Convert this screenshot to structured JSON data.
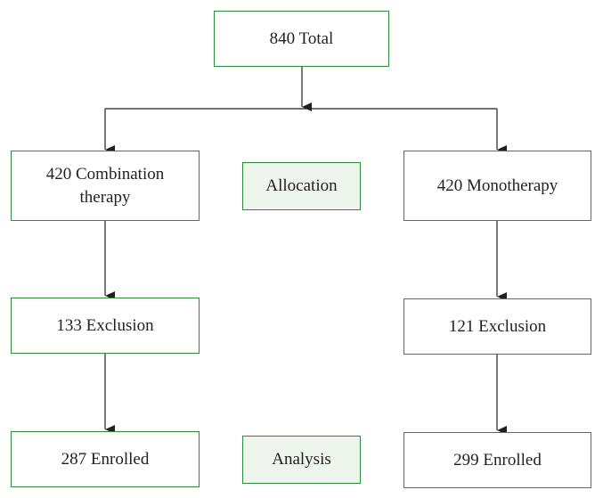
{
  "flow": {
    "total": "840 Total",
    "left_arm": "420 Combination therapy",
    "right_arm": "420 Monotherapy",
    "left_exclusion": "133 Exclusion",
    "right_exclusion": "121 Exclusion",
    "left_enrolled": "287 Enrolled",
    "right_enrolled": "299 Enrolled"
  },
  "stages": {
    "allocation": "Allocation",
    "analysis": "Analysis"
  },
  "colors": {
    "box_border": "#2e8b3e",
    "stage_fill": "#eef5ec",
    "line": "#231f20"
  }
}
